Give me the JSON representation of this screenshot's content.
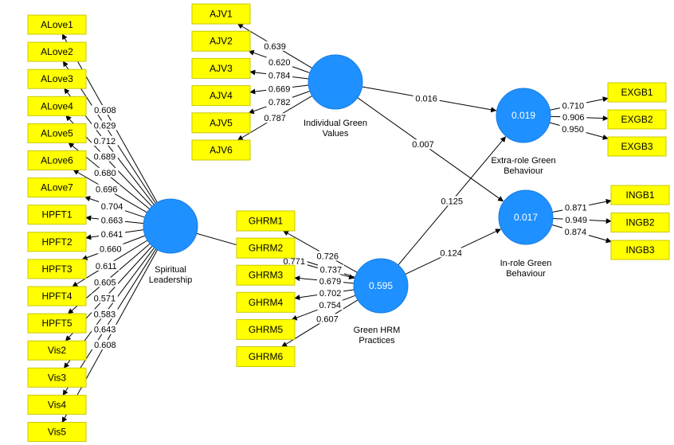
{
  "constructs": [
    {
      "id": "SL",
      "label": [
        "Spiritual",
        "Leadership"
      ],
      "value": ""
    },
    {
      "id": "IGV",
      "label": [
        "Individual Green",
        "Values"
      ],
      "value": ""
    },
    {
      "id": "GHRM",
      "label": [
        "Green HRM",
        "Practices"
      ],
      "value": "0.595"
    },
    {
      "id": "EXGB",
      "label": [
        "Extra-role Green",
        "Behaviour"
      ],
      "value": "0.019"
    },
    {
      "id": "INGB",
      "label": [
        "In-role  Green",
        "Behaviour"
      ],
      "value": "0.017"
    }
  ],
  "indicators": [
    {
      "name": "ALove1",
      "construct": "SL",
      "weight": "0.608"
    },
    {
      "name": "ALove2",
      "construct": "SL",
      "weight": "0.629"
    },
    {
      "name": "ALove3",
      "construct": "SL",
      "weight": "0.712"
    },
    {
      "name": "ALove4",
      "construct": "SL",
      "weight": "0.689"
    },
    {
      "name": "ALove5",
      "construct": "SL",
      "weight": "0.680"
    },
    {
      "name": "ALove6",
      "construct": "SL",
      "weight": "0.696"
    },
    {
      "name": "ALove7",
      "construct": "SL",
      "weight": "0.704"
    },
    {
      "name": "HPFT1",
      "construct": "SL",
      "weight": "0.663"
    },
    {
      "name": "HPFT2",
      "construct": "SL",
      "weight": "0.641"
    },
    {
      "name": "HPFT3",
      "construct": "SL",
      "weight": "0.660"
    },
    {
      "name": "HPFT4",
      "construct": "SL",
      "weight": "0.611"
    },
    {
      "name": "HPFT5",
      "construct": "SL",
      "weight": "0.605"
    },
    {
      "name": "Vis2",
      "construct": "SL",
      "weight": "0.571"
    },
    {
      "name": "Vis3",
      "construct": "SL",
      "weight": "0.583"
    },
    {
      "name": "Vis4",
      "construct": "SL",
      "weight": "0.643"
    },
    {
      "name": "Vis5",
      "construct": "SL",
      "weight": "0.608"
    },
    {
      "name": "AJV1",
      "construct": "IGV",
      "weight": "0.639"
    },
    {
      "name": "AJV2",
      "construct": "IGV",
      "weight": "0.620"
    },
    {
      "name": "AJV3",
      "construct": "IGV",
      "weight": "0.784"
    },
    {
      "name": "AJV4",
      "construct": "IGV",
      "weight": "0.669"
    },
    {
      "name": "AJV5",
      "construct": "IGV",
      "weight": "0.782"
    },
    {
      "name": "AJV6",
      "construct": "IGV",
      "weight": "0.787"
    },
    {
      "name": "GHRM1",
      "construct": "GHRM",
      "weight": "0.726"
    },
    {
      "name": "GHRM2",
      "construct": "GHRM",
      "weight": "0.737"
    },
    {
      "name": "GHRM3",
      "construct": "GHRM",
      "weight": "0.679"
    },
    {
      "name": "GHRM4",
      "construct": "GHRM",
      "weight": "0.702"
    },
    {
      "name": "GHRM5",
      "construct": "GHRM",
      "weight": "0.754"
    },
    {
      "name": "GHRM6",
      "construct": "GHRM",
      "weight": "0.607"
    },
    {
      "name": "EXGB1",
      "construct": "EXGB",
      "weight": "0.710"
    },
    {
      "name": "EXGB2",
      "construct": "EXGB",
      "weight": "0.906"
    },
    {
      "name": "EXGB3",
      "construct": "EXGB",
      "weight": "0.950"
    },
    {
      "name": "INGB1",
      "construct": "INGB",
      "weight": "0.871"
    },
    {
      "name": "INGB2",
      "construct": "INGB",
      "weight": "0.949"
    },
    {
      "name": "INGB3",
      "construct": "INGB",
      "weight": "0.874"
    }
  ],
  "paths": [
    {
      "from": "SL",
      "to": "GHRM",
      "coef": "0.771"
    },
    {
      "from": "IGV",
      "to": "EXGB",
      "coef": "0.016"
    },
    {
      "from": "IGV",
      "to": "INGB",
      "coef": "0.007"
    },
    {
      "from": "GHRM",
      "to": "EXGB",
      "coef": "0.125"
    },
    {
      "from": "GHRM",
      "to": "INGB",
      "coef": "0.124"
    }
  ],
  "colors": {
    "construct_fill": "#1e90ff",
    "indicator_fill": "#ffff00",
    "edge": "#000000"
  }
}
